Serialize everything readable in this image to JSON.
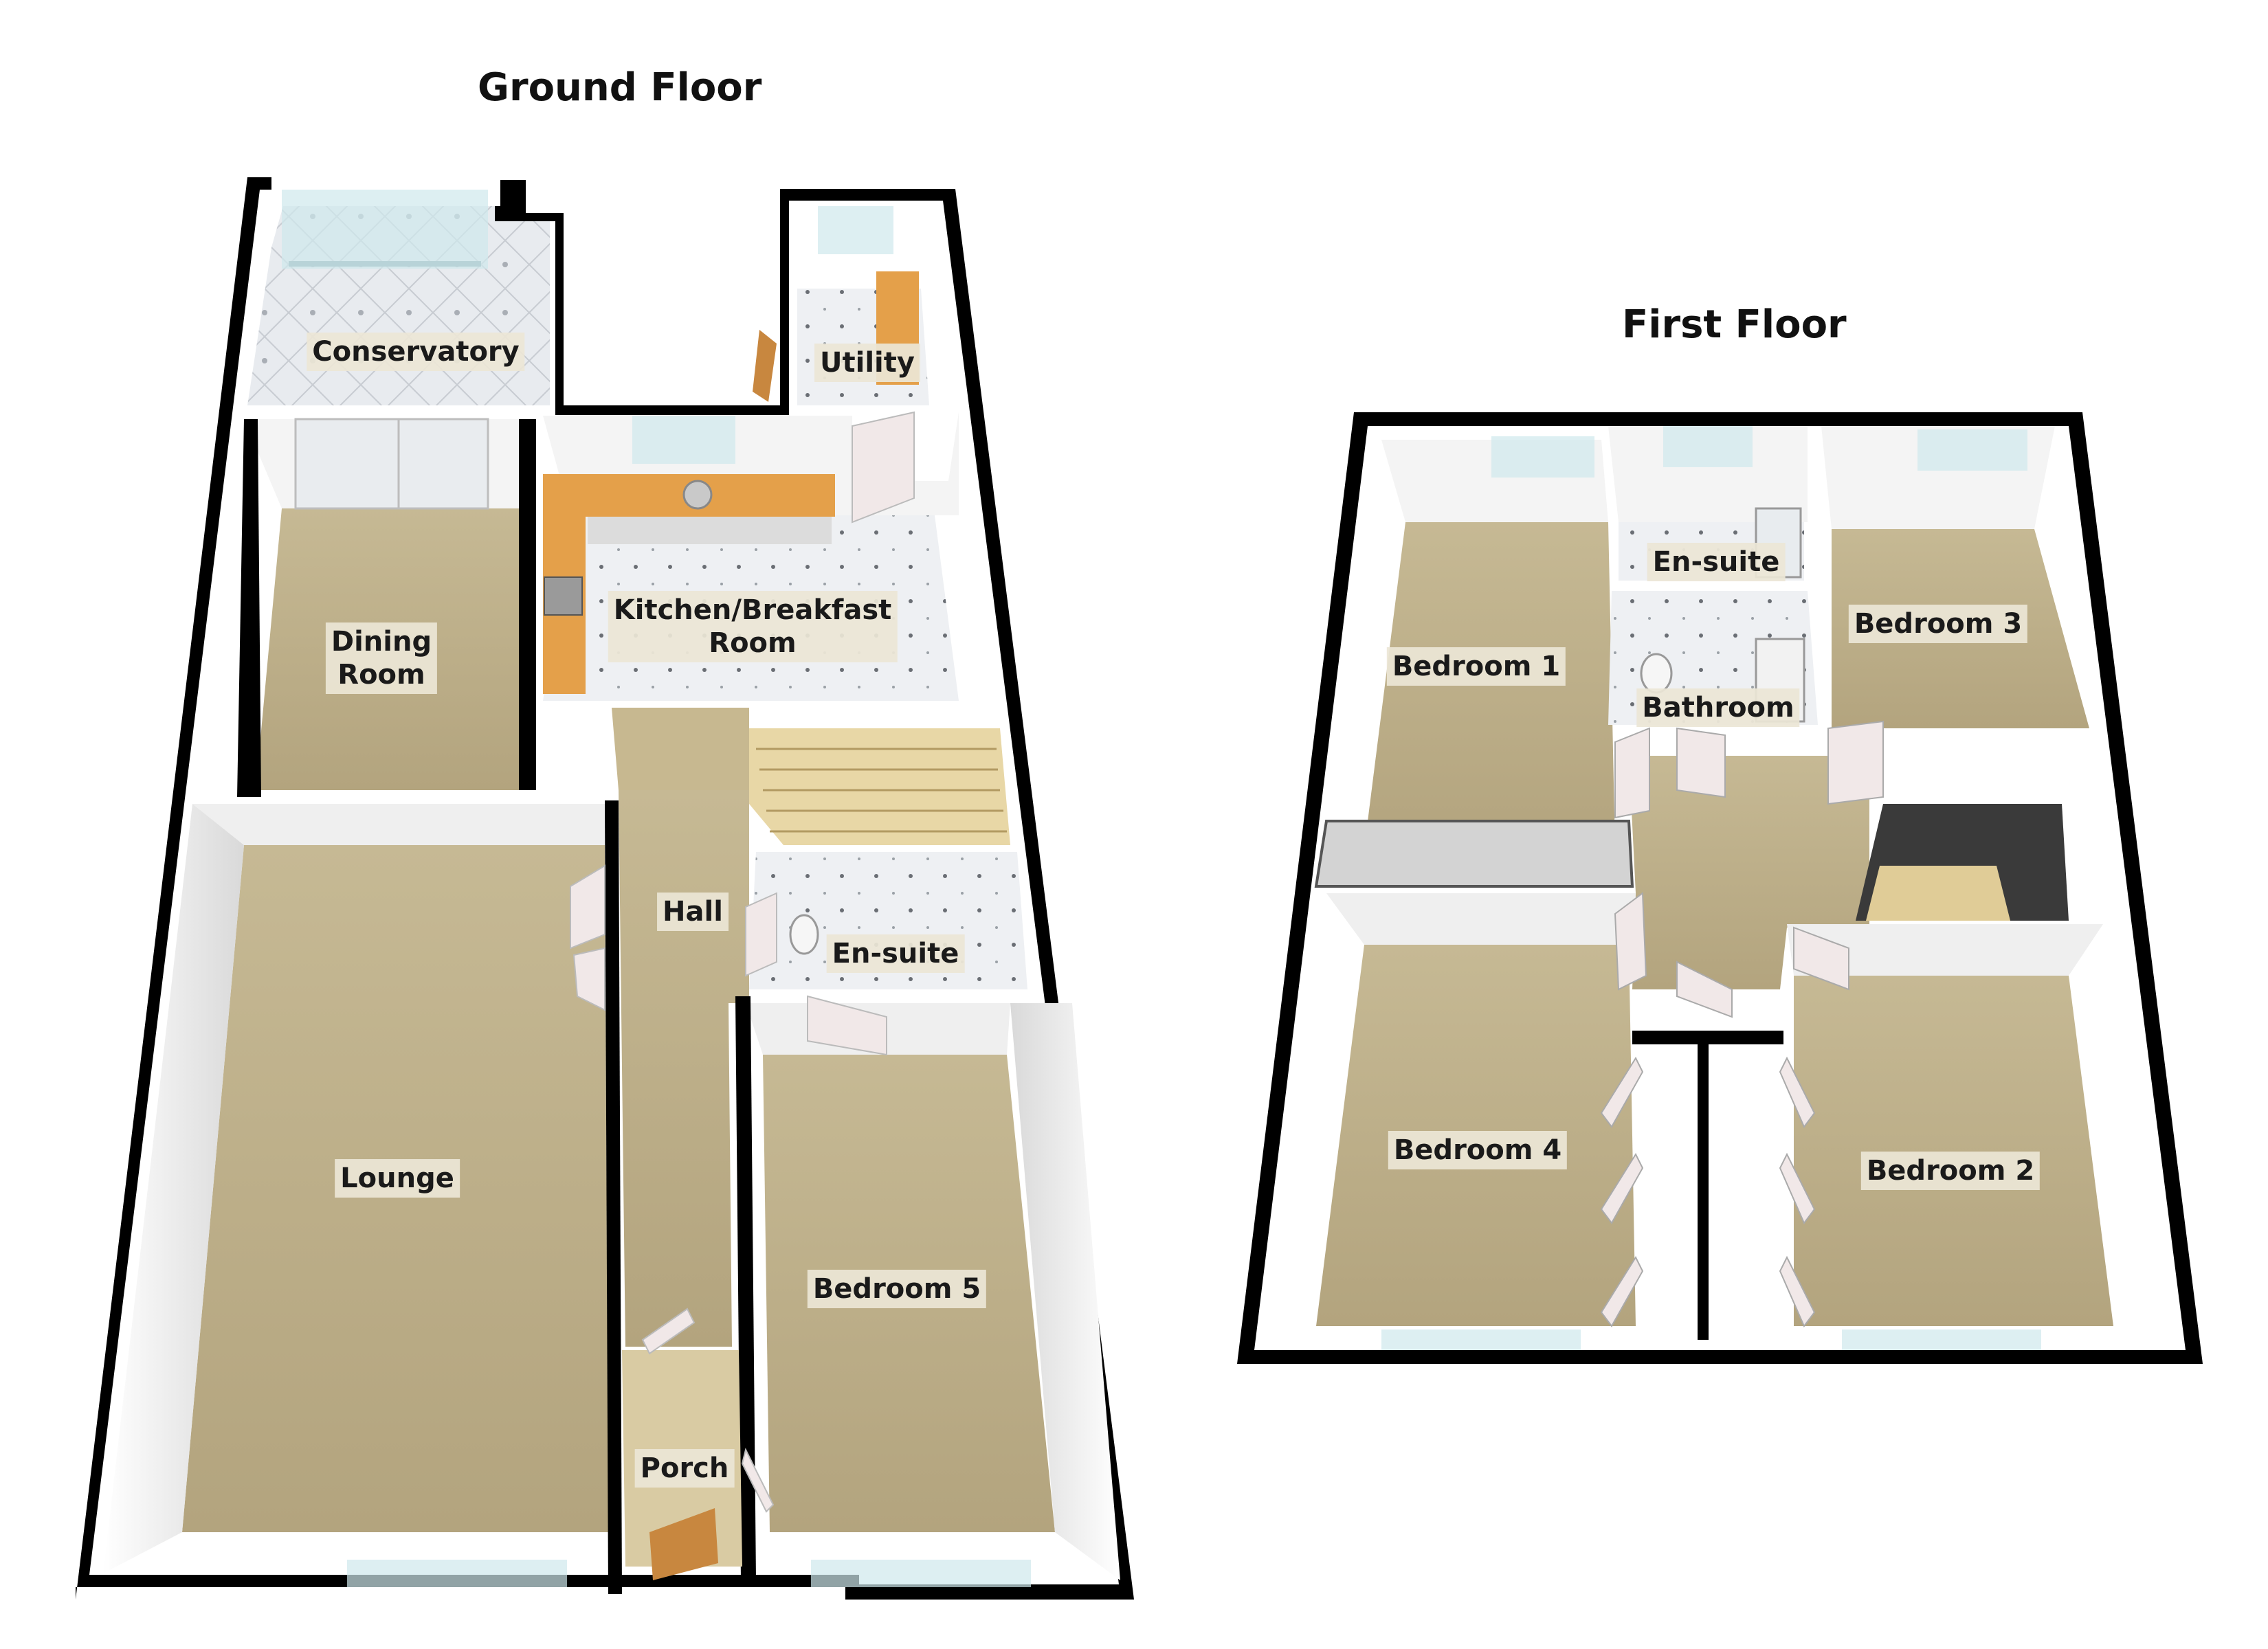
{
  "ground_floor": {
    "title": "Ground Floor",
    "rooms": {
      "conservatory": "Conservatory",
      "utility": "Utility",
      "dining_line1": "Dining",
      "dining_line2": "Room",
      "kitchen_line1": "Kitchen/Breakfast",
      "kitchen_line2": "Room",
      "hall": "Hall",
      "ensuite": "En-suite",
      "lounge": "Lounge",
      "bedroom5": "Bedroom 5",
      "porch": "Porch"
    }
  },
  "first_floor": {
    "title": "First Floor",
    "rooms": {
      "bedroom1": "Bedroom 1",
      "ensuite": "En-suite",
      "bedroom3": "Bedroom 3",
      "bathroom": "Bathroom",
      "bedroom4": "Bedroom 4",
      "bedroom2": "Bedroom 2"
    }
  },
  "colors": {
    "carpet": "#b9aa86",
    "wall_white": "#ffffff",
    "wall_black": "#000000",
    "tile": "#eef0f3",
    "worktop": "#e4a04a",
    "glass": "#cfe8ec"
  }
}
